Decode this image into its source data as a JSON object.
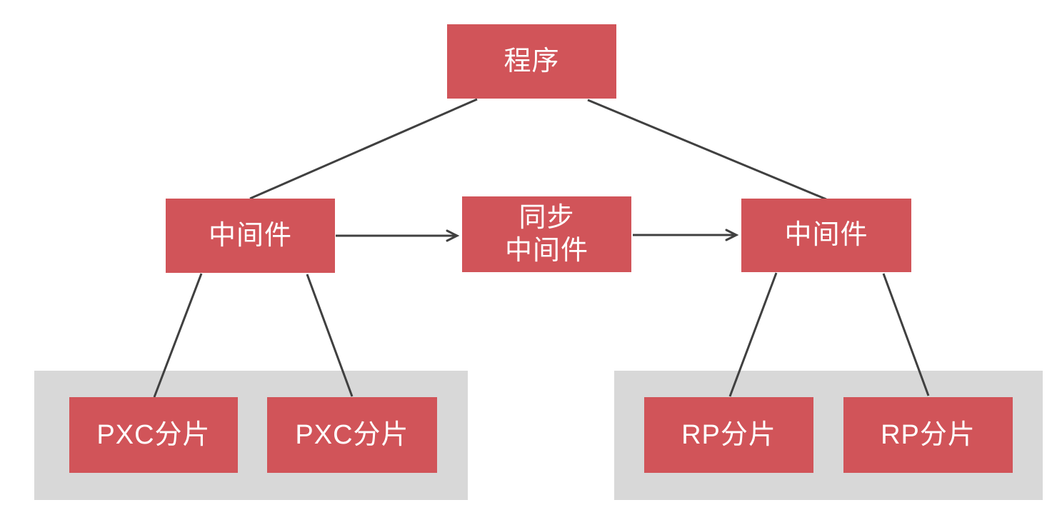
{
  "diagram": {
    "nodes": {
      "program": {
        "label": "程序"
      },
      "middleware_left": {
        "label": "中间件"
      },
      "sync_middleware": {
        "label": "同步\n中间件"
      },
      "middleware_right": {
        "label": "中间件"
      },
      "pxc_shard_1": {
        "label": "PXC分片"
      },
      "pxc_shard_2": {
        "label": "PXC分片"
      },
      "rp_shard_1": {
        "label": "RP分片"
      },
      "rp_shard_2": {
        "label": "RP分片"
      }
    },
    "groups": {
      "pxc_group": {
        "contains": [
          "pxc_shard_1",
          "pxc_shard_2"
        ]
      },
      "rp_group": {
        "contains": [
          "rp_shard_1",
          "rp_shard_2"
        ]
      }
    },
    "edges": [
      {
        "from": "program",
        "to": "middleware_left",
        "arrow": false
      },
      {
        "from": "program",
        "to": "middleware_right",
        "arrow": false
      },
      {
        "from": "middleware_left",
        "to": "sync_middleware",
        "arrow": true
      },
      {
        "from": "sync_middleware",
        "to": "middleware_right",
        "arrow": true
      },
      {
        "from": "middleware_left",
        "to": "pxc_shard_1",
        "arrow": false
      },
      {
        "from": "middleware_left",
        "to": "pxc_shard_2",
        "arrow": false
      },
      {
        "from": "middleware_right",
        "to": "rp_shard_1",
        "arrow": false
      },
      {
        "from": "middleware_right",
        "to": "rp_shard_2",
        "arrow": false
      }
    ],
    "colors": {
      "node_fill": "#d15459",
      "node_text": "#ffffff",
      "container_fill": "#d8d8d8",
      "line": "#404040",
      "background": "#ffffff"
    }
  }
}
